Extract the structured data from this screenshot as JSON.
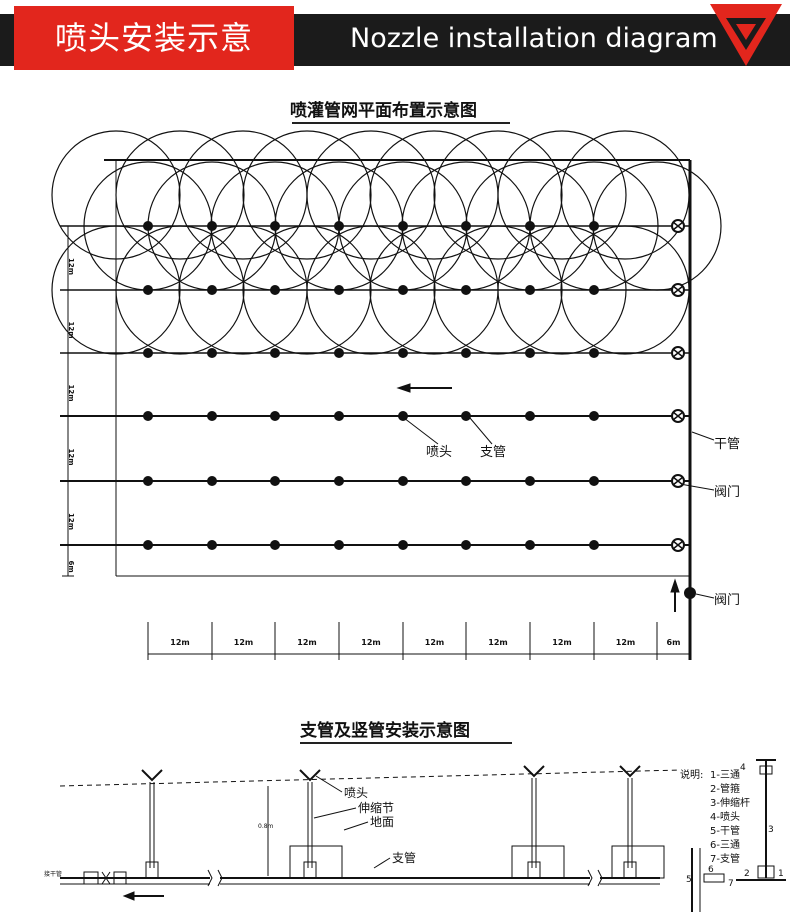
{
  "header": {
    "title_cn": "喷头安装示意",
    "title_en": "Nozzle installation diagram",
    "accent_color": "#e2261d",
    "bar_color": "#1b1b1b",
    "logo_icon": "red-v-chevron-icon"
  },
  "plan": {
    "title": "喷灌管网平面布置示意图",
    "labels": {
      "nozzle": "喷头",
      "branch_pipe": "支管",
      "main_pipe": "干管",
      "valve": "阀门",
      "inlet_valve": "阀门"
    },
    "row_spacing_labels": [
      "12m",
      "12m",
      "12m",
      "12m",
      "12m",
      "6m"
    ],
    "column_spacing_labels": [
      "12m",
      "12m",
      "12m",
      "12m",
      "12m",
      "12m",
      "12m",
      "12m",
      "6m"
    ]
  },
  "section": {
    "title": "支管及竖管安装示意图",
    "labels": {
      "nozzle": "喷头",
      "telescopic": "伸缩节",
      "ground": "地面",
      "branch_pipe": "支管",
      "main_pipe_small": "接干管",
      "height_small": "0.8m"
    },
    "notes_title": "说明:",
    "notes": [
      "1-三通",
      "2-管箍",
      "3-伸缩杆",
      "4-喷头",
      "5-干管",
      "6-三通",
      "7-支管"
    ]
  }
}
